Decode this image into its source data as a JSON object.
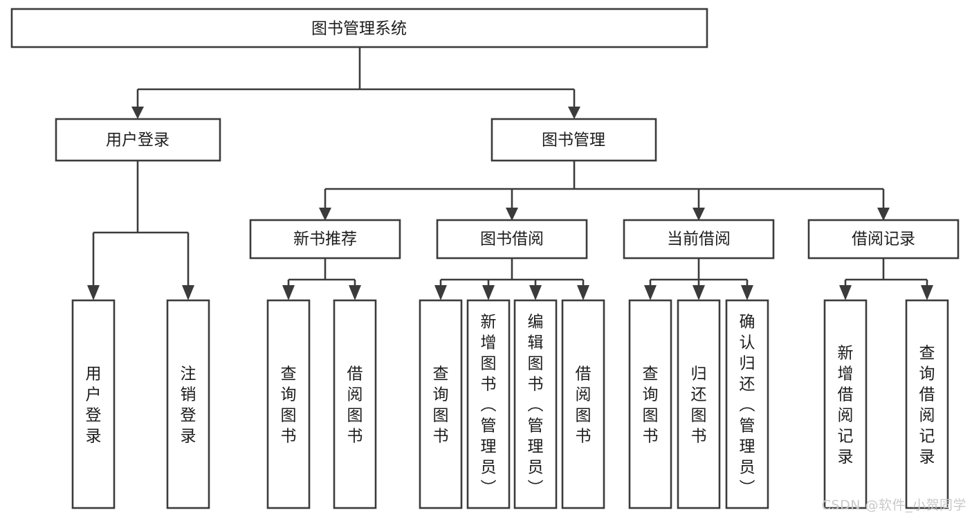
{
  "diagram": {
    "title": "图书管理系统",
    "type": "tree-hierarchy-diagram",
    "colors": {
      "box_stroke": "#3b3b3b",
      "box_fill": "#ffffff",
      "text": "#1c1c1c",
      "background": "#ffffff",
      "watermark": "#c9c9c9"
    },
    "root": {
      "label": "图书管理系统"
    },
    "level2": [
      {
        "label": "用户登录"
      },
      {
        "label": "图书管理"
      }
    ],
    "level3": [
      {
        "label": "新书推荐"
      },
      {
        "label": "图书借阅"
      },
      {
        "label": "当前借阅"
      },
      {
        "label": "借阅记录"
      }
    ],
    "leaves": {
      "user_login": [
        {
          "label": "用户登录"
        },
        {
          "label": "注销登录"
        }
      ],
      "new_book_recommend": [
        {
          "label": "查询图书"
        },
        {
          "label": "借阅图书"
        }
      ],
      "book_borrow": [
        {
          "label": "查询图书"
        },
        {
          "label": "新增图书（管理员）"
        },
        {
          "label": "编辑图书（管理员）"
        },
        {
          "label": "借阅图书"
        }
      ],
      "current_borrow": [
        {
          "label": "查询图书"
        },
        {
          "label": "归还图书"
        },
        {
          "label": "确认归还（管理员）"
        }
      ],
      "borrow_record": [
        {
          "label": "新增借阅记录"
        },
        {
          "label": "查询借阅记录"
        }
      ]
    }
  },
  "watermark": {
    "text": "CSDN @软件_小贺同学"
  }
}
